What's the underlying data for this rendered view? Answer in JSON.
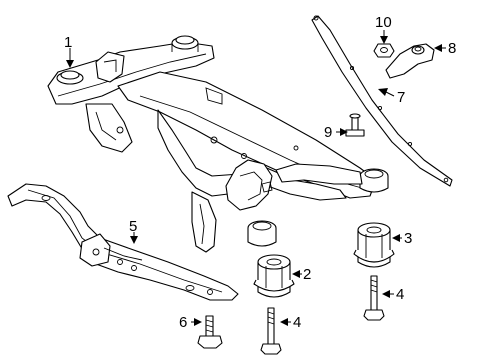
{
  "callouts": [
    {
      "id": "1",
      "label": "1"
    },
    {
      "id": "2",
      "label": "2"
    },
    {
      "id": "3",
      "label": "3"
    },
    {
      "id": "4a",
      "label": "4"
    },
    {
      "id": "4b",
      "label": "4"
    },
    {
      "id": "5",
      "label": "5"
    },
    {
      "id": "6",
      "label": "6"
    },
    {
      "id": "7",
      "label": "7"
    },
    {
      "id": "8",
      "label": "8"
    },
    {
      "id": "9",
      "label": "9"
    },
    {
      "id": "10",
      "label": "10"
    }
  ]
}
